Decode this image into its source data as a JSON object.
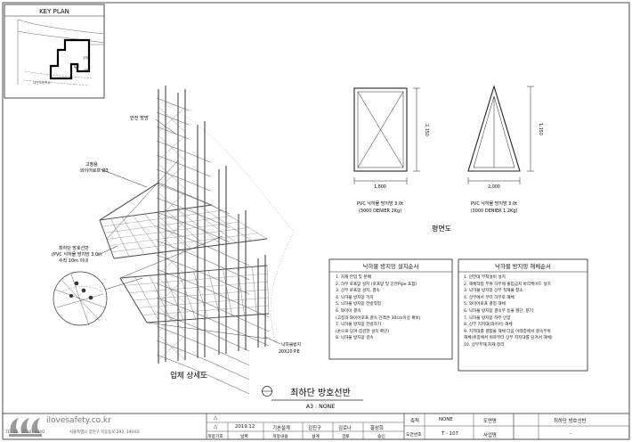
{
  "key_plan": {
    "title": "KEY PLAN",
    "marks": [
      "공원",
      "공원",
      "내산초등학교"
    ]
  },
  "isometric": {
    "callouts": {
      "safety_net": "안전 방망",
      "anchor_1": "고정용",
      "anchor_2": "와이어로프 Ø3",
      "bottom_1": "최하단 방호선반",
      "bottom_2": "(PVC 낙하물 방지망 3.0t)",
      "bottom_3": "수직 10m 이내",
      "plate_1": "낙하물방지",
      "plate_2": "20X20 P.E"
    },
    "caption": "입체 상세도"
  },
  "plan_views": {
    "left": {
      "width": "1,800",
      "height": "2,150",
      "label_1": "PVC 낙하물 방지망 3.0t",
      "label_2": "(3000 DENIER 2Kg)"
    },
    "right": {
      "width": "2,000",
      "height": "1,150",
      "label_1": "PVC 낙하물 방지망 3.0t",
      "label_2": "(3000 DENIER 1.2Kg)"
    },
    "caption": "평면도"
  },
  "install_sequence": {
    "title": "낙하물 방지망 설치순서",
    "items": [
      "1. 자재 반입 및 분배",
      "2. 하부 로프망 설치 (로프망 및 강관Pipe 포함)",
      "3. 상부 로프망 설치, 결속",
      "4. 낙하물 방지망 거치",
      "5. 낙하물 방지망 전방작업",
      "6. 와이어 결속",
      "(고정과 와이어로프 결속 간격은 30cm이상 확보)",
      "7. 낙하물 방지망 전방하기",
      "(손으로 당겨 점검한 설치 확인)",
      "8. 낙하물 방지망 검속"
    ]
  },
  "dismantle_sequence": {
    "title": "낙하물 방지망 해체순서",
    "items": [
      "1. 안전대 부착설비 설치",
      "2. 해체작업 부위 하부에 출입금지 바리케이드 설치",
      "3. 낙하물 방지망 상부 적재물 청소",
      "4. 상부에서 부터 하부로 해체",
      "5. 와이어로프 결정 해체",
      "6. 낙하물 방지망 결속부 등을 절단, 분기",
      "7. 낙하물 방지망 하부 인양",
      "8. 상부 지지대(와이어) 해체",
      "9. 지지대를 결합물 해체 다음 아래층에서 결속부위",
      "해체(위층에서 위로부터 상부 지지대를 당겨서 해체)",
      "10. 상부부재 자재 정리"
    ]
  },
  "sheet_title": {
    "title": "최하단 방호선반",
    "scale": "A3 : NONE"
  },
  "title_block": {
    "website": "ilovesafety.co.kr",
    "phone": "TEL 02 - 2618 - 6300",
    "address": "서울특별시 양천구 목동동로 293, 1904호",
    "revision_row": [
      "△",
      "2019.12",
      "기본설계",
      "김진구",
      "김로나",
      "홍성희"
    ],
    "revision_header": [
      "개정기호",
      "날짜",
      "개정내용",
      "설계",
      "검토",
      "승인"
    ],
    "rev_mark_2": "△",
    "scale_label": "축척",
    "scale_value": "NONE",
    "drawing_name_label": "도면명",
    "drawing_name": "최하단 방호선반",
    "drawing_no_label": "도면번호",
    "drawing_no": "T - 107",
    "project_label": "사업명",
    "project_value": "-"
  }
}
